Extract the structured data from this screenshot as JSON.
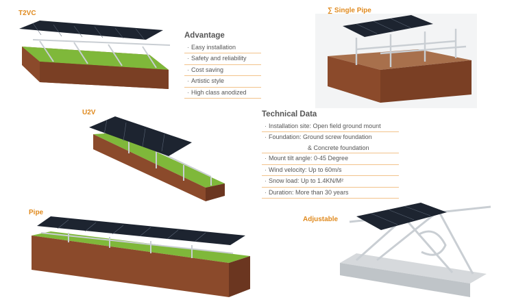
{
  "labels": {
    "t2vc": "T2VC",
    "single_pipe": "∑ Single Pipe",
    "u2v": "U2V",
    "pipe": "Pipe",
    "adjustable": "Adjustable"
  },
  "advantage": {
    "title": "Advantage",
    "items": [
      "Easy installation",
      "Safety and reliability",
      "Cost saving",
      "Artistic style",
      "High class anodized"
    ]
  },
  "technical": {
    "title": "Technical Data",
    "items": [
      "Installation site: Open field ground mount",
      "Foundation: Ground screw foundation",
      "& Concrete foundation",
      "Mount tilt angle: 0-45 Degree",
      "Wind velocity: Up to 60m/s",
      "Snow load: Up to 1.4KN/M²",
      "Duration: More than 30 years"
    ]
  },
  "colors": {
    "accent_orange": "#e08a1e",
    "soil": "#8b4a2b",
    "grass": "#7fb83a",
    "panel": "#1d2430",
    "frame": "#c9ced3"
  }
}
